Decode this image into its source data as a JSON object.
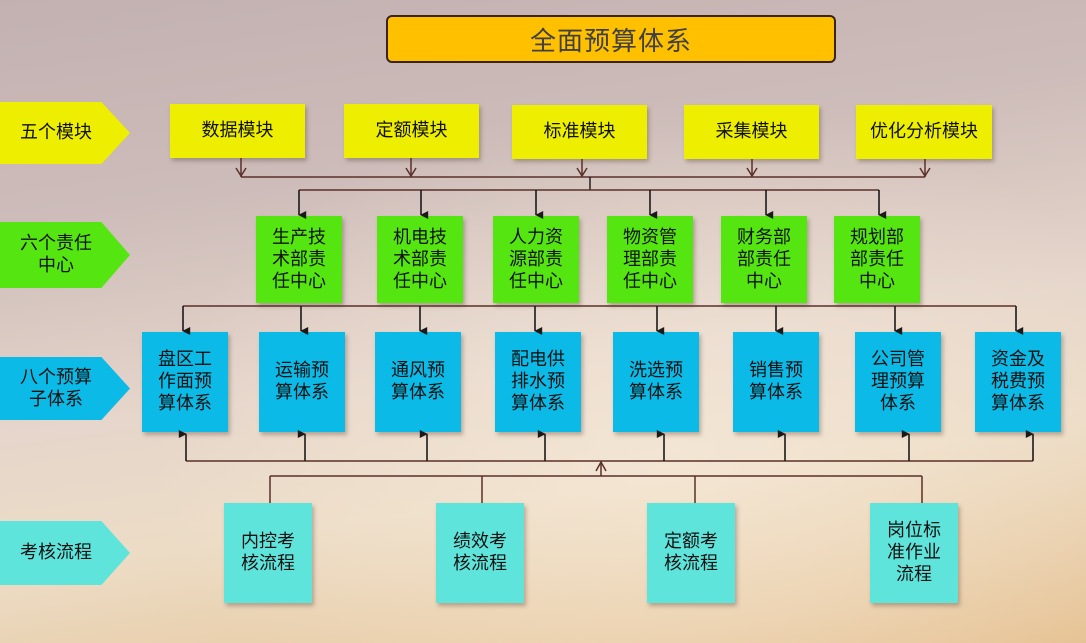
{
  "title": "全面预算体系",
  "colors": {
    "title_fill": "#FFC000",
    "modules": "#EEEE00",
    "centers": "#55E611",
    "subsystems": "#0BBAE6",
    "processes": "#5FE4DB",
    "connector": "#5a3028"
  },
  "rows": {
    "modules": {
      "label": "五个模块",
      "items": [
        "数据模块",
        "定额模块",
        "标准模块",
        "采集模块",
        "优化分析模块"
      ]
    },
    "centers": {
      "label": "六个责任\n中心",
      "items": [
        "生产技\n术部责\n任中心",
        "机电技\n术部责\n任中心",
        "人力资\n源部责\n任中心",
        "物资管\n理部责\n任中心",
        "财务部\n部责任\n中心",
        "规划部\n部责任\n中心"
      ]
    },
    "subsystems": {
      "label": "八个预算\n子体系",
      "items": [
        "盘区工\n作面预\n算体系",
        "运输预\n算体系",
        "通风预\n算体系",
        "配电供\n排水预\n算体系",
        "洗选预\n算体系",
        "销售预\n算体系",
        "公司管\n理预算\n体系",
        "资金及\n税费预\n算体系"
      ]
    },
    "processes": {
      "label": "考核流程",
      "items": [
        "内控考\n核流程",
        "绩效考\n核流程",
        "定额考\n核流程",
        "岗位标\n准作业\n流程"
      ]
    }
  }
}
